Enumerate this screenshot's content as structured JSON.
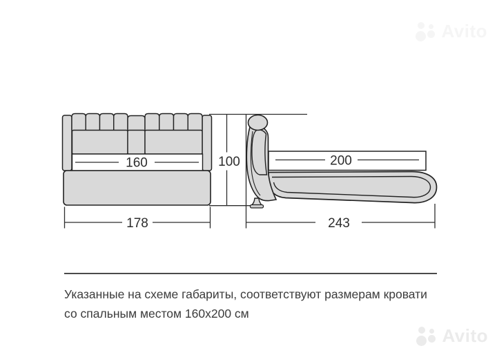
{
  "dimensions": {
    "mattress_width": "160",
    "bed_width": "178",
    "bed_height": "100",
    "mattress_length": "200",
    "bed_length": "243"
  },
  "caption": {
    "line1": "Указанные на схеме габариты, соответствуют размерам кровати",
    "line2": "со спальным местом 160х200 см"
  },
  "watermark": {
    "brand": "Avito"
  },
  "colors": {
    "upholstery_fill": "#d9d9d9",
    "outline": "#222222",
    "dimension_text": "#2d2d2d",
    "caption_text": "#3c3c3c",
    "separator": "#4a4a4a",
    "watermark_bottom": "#ebebeb",
    "watermark_top": "#f5f5f5"
  }
}
